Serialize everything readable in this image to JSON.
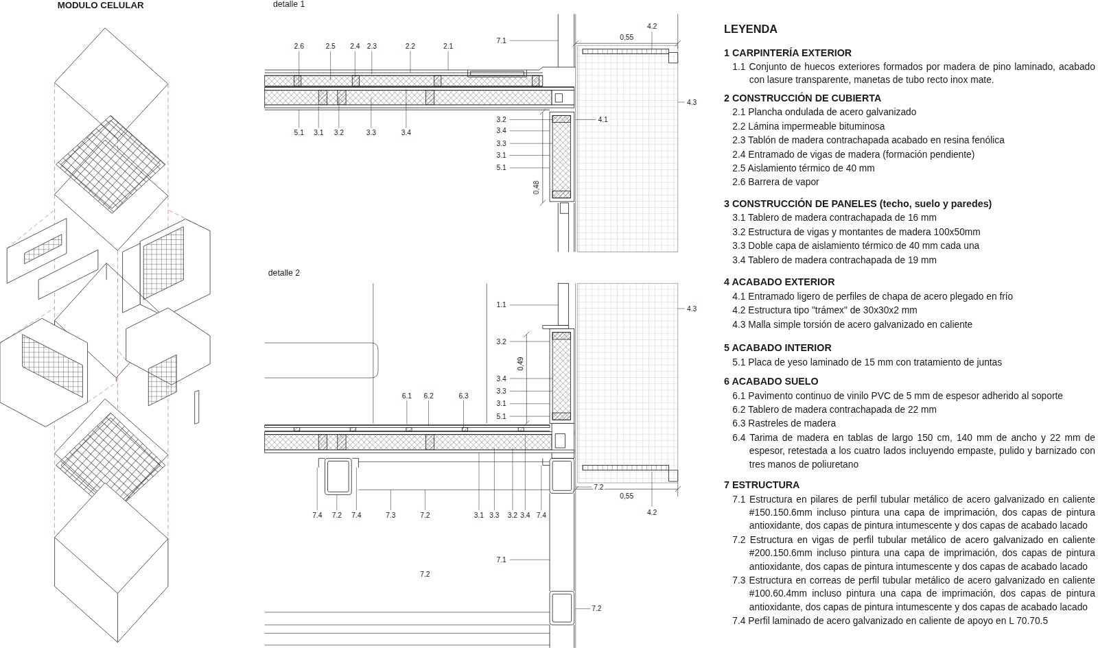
{
  "diagram": {
    "title": "MODULO CELULAR",
    "labels": [
      "detalle 1",
      "2.6",
      "2.5",
      "2.4",
      "2.3",
      "2.2",
      "2.1",
      "7.1",
      "4.2",
      "0,55",
      "4.3",
      "5.1",
      "3.1",
      "3.2",
      "3.3",
      "3.4",
      "3.2",
      "3.4",
      "3.3",
      "3.1",
      "5.1",
      "4.1",
      "0,48",
      "detalle 2",
      "1.1",
      "4.3",
      "3.2",
      "0,49",
      "3.4",
      "3.3",
      "3.1",
      "5.1",
      "6.1",
      "6.2",
      "6.3",
      "7.2",
      "0,55",
      "4.2",
      "7.4",
      "7.2",
      "7.4",
      "7.3",
      "7.2",
      "3.1",
      "3.3",
      "3.2",
      "3.4",
      "7.4",
      "7.1",
      "7.2",
      "7.2",
      "LEYENDA",
      "1 CARPINTERÍA EXTERIOR",
      "1.1 Conjunto de huecos exteriores formados por madera de pino laminado, acabado con lasure transparente, manetas de tubo recto inox mate.",
      "2 CONSTRUCCIÓN DE CUBIERTA",
      "2.1 Plancha ondulada de acero galvanizado",
      "2.2 Lámina impermeable bituminosa",
      "2.3 Tablón de madera contrachapada acabado en resina fenólica",
      "2.4 Entramado de vigas de madera (formación pendiente)",
      "2.5 Aislamiento térmico de 40 mm",
      "2.6 Barrera de vapor",
      "3 CONSTRUCCIÓN DE PANELES (techo, suelo y paredes)",
      "3.1 Tablero de madera contrachapada de 16 mm",
      "3.2 Estructura de vigas y montantes de madera 100x50mm",
      "3.3 Doble capa de aislamiento térmico de 40 mm cada una",
      "3.4 Tablero de madera contrachapada de 19 mm",
      "4 ACABADO EXTERIOR",
      "4.1 Entramado ligero de perfiles de chapa de acero plegado en frío",
      "4.2 Estructura tipo \"trámex\" de 30x30x2 mm",
      "4.3 Malla simple torsión de acero galvanizado en caliente",
      "5 ACABADO INTERIOR",
      "5.1 Placa de yeso laminado de 15 mm con tratamiento de juntas",
      "6 ACABADO SUELO",
      "6.1 Pavimento continuo de vinilo PVC de 5 mm de espesor adherido al soporte",
      "6.2 Tablero de madera contrachapada de 22 mm",
      "6.3 Rastreles de madera",
      "6.4 Tarima de madera en tablas de largo 150 cm, 140 mm de ancho y 22 mm de espesor, retestada a los cuatro lados incluyendo empaste, pulido y barnizado con tres manos de poliuretano",
      "7 ESTRUCTURA",
      "7.1 Estructura en pilares de perfil tubular metálico de acero galvanizado en caliente #150.150.6mm incluso pintura una capa de imprimación, dos capas de pintura antioxidante, dos capas de pintura intumescente y dos capas de acabado lacado",
      "7.2 Estructura en vigas de perfil tubular metálico de acero galvanizado en caliente #200.150.6mm incluso pintura una capa de imprimación, dos capas de pintura antioxidante, dos capas de pintura intumescente y dos capas de acabado lacado",
      "7.3 Estructura en correas de perfil tubular metálico de acero galvanizado en caliente #100.60.4mm incluso pintura una capa de imprimación, dos capas de pintura antioxidante, dos capas de pintura intumescente y dos capas de acabado lacado",
      "7.4 Perfil laminado de acero galvanizado en caliente de apoyo en L 70.70.5"
    ]
  }
}
